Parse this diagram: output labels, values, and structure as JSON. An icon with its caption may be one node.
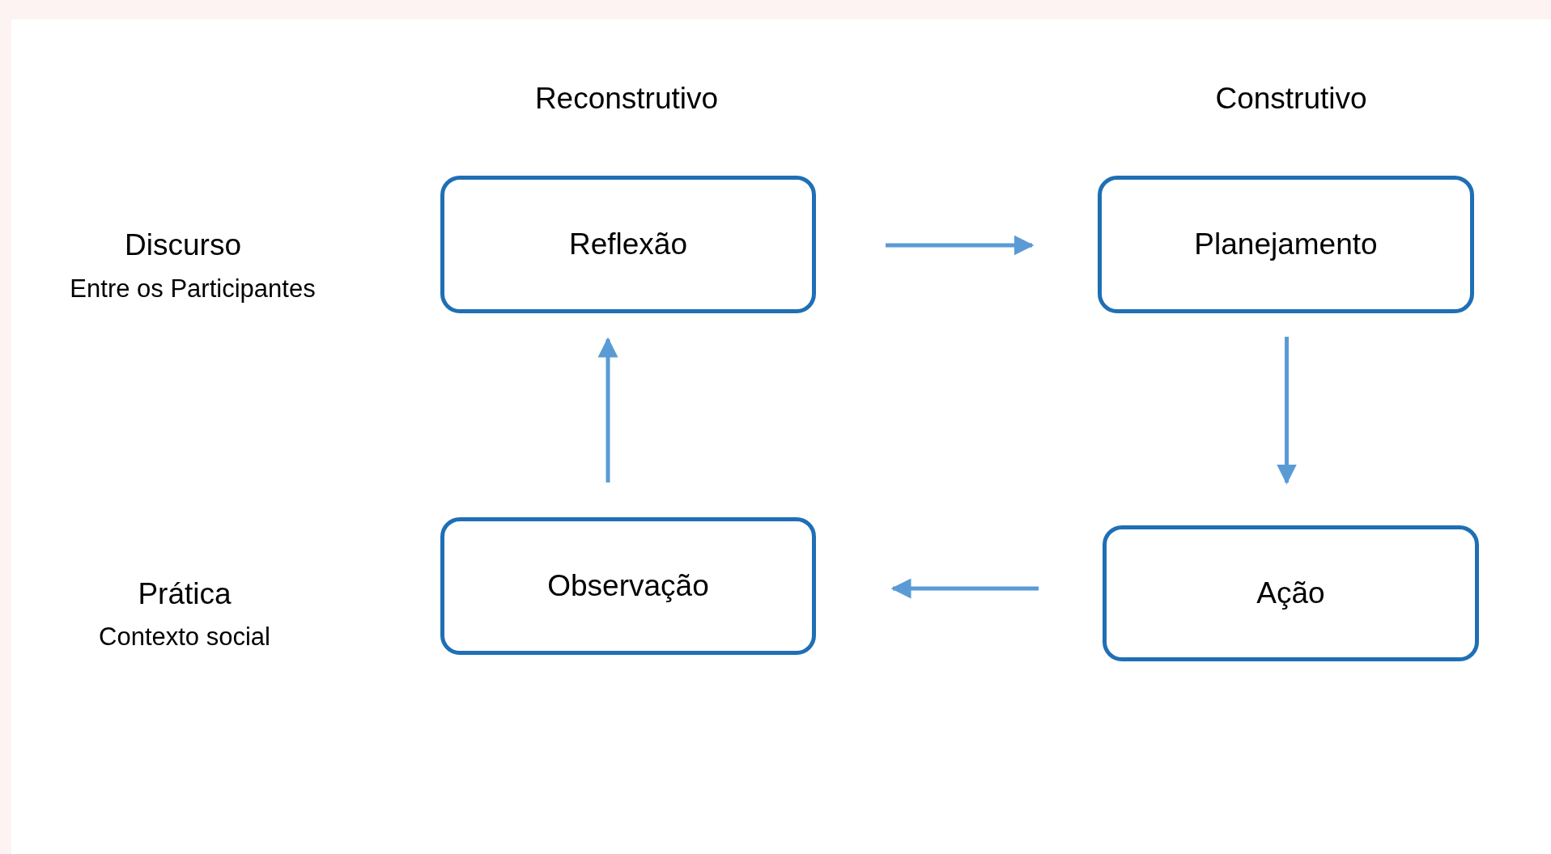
{
  "diagram": {
    "nodes": [
      {
        "text": [
          "Reflexão"
        ]
      },
      {
        "text": [
          "Planejamento"
        ]
      },
      {
        "text": [
          "Observação"
        ]
      },
      {
        "text": [
          "Ação"
        ]
      }
    ],
    "edges": [
      {
        "from": 0,
        "to": 1,
        "arrow": "to"
      },
      {
        "from": 1,
        "to": 3,
        "arrow": "to"
      },
      {
        "from": 3,
        "to": 2,
        "arrow": "to"
      },
      {
        "from": 2,
        "to": 0,
        "arrow": "to"
      }
    ],
    "labels": [
      "Reconstrutivo",
      "Construtivo",
      "Discurso",
      "Entre os Participantes",
      "Prática",
      "Contexto social"
    ]
  }
}
